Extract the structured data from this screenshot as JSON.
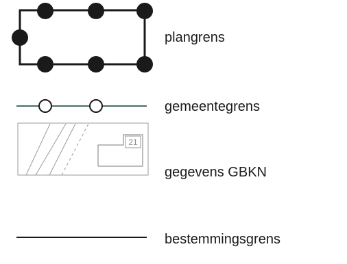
{
  "legend": {
    "items": [
      {
        "key": "plangrens",
        "label": "plangrens"
      },
      {
        "key": "gemeentegrens",
        "label": "gemeentegrens"
      },
      {
        "key": "gbkn",
        "label": "gegevens GBKN",
        "house_number": "21"
      },
      {
        "key": "bestemmingsgrens",
        "label": "bestemmingsgrens"
      }
    ]
  },
  "colors": {
    "line": "#1a1a1a",
    "gemeentegrens_line": "#4a6a6a",
    "gbkn_line": "#9a9a9a"
  }
}
